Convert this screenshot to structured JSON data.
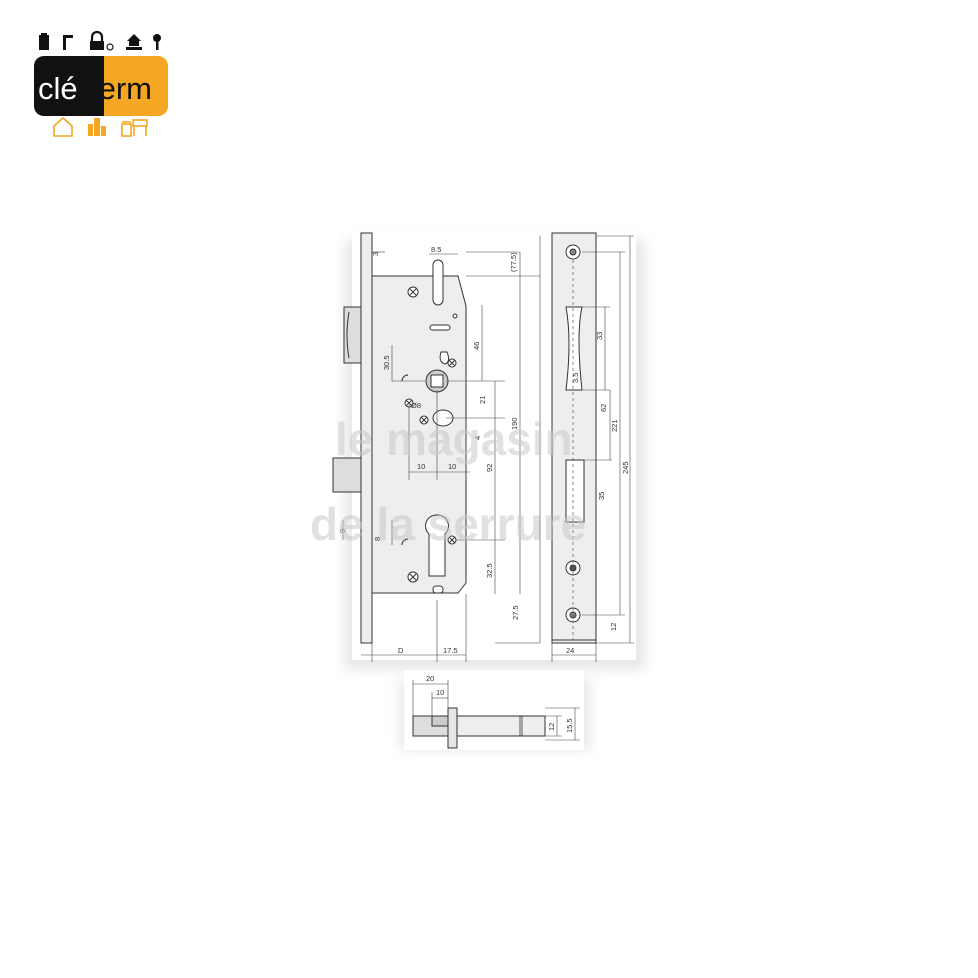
{
  "logo": {
    "brand_part1": "clé",
    "brand_part2": "ferm"
  },
  "watermark": {
    "line1": "le magasin",
    "line2": "de la serrure"
  },
  "dimensions": {
    "top_offset": "3",
    "slot_width": "8.5",
    "top_height": "(77.5)",
    "follower_offset": "30.5",
    "follower_height": "46",
    "follower_diameter": "Ø8",
    "latch_gap": "21",
    "latch_small": "4",
    "case_height": "190",
    "spacing_left": "10",
    "spacing_right": "10",
    "backset_center": "92",
    "cylinder_offset": "8",
    "side_offset": "9",
    "cylinder_height": "32.5",
    "bottom_height": "27.5",
    "backset": "D",
    "case_depth": "17.5",
    "strike_latch": "33",
    "strike_latch_small": "3.5",
    "strike_spacing": "62",
    "strike_inner": "221",
    "strike_outer": "245",
    "strike_bolt": "35",
    "strike_bottom": "12",
    "strike_width": "24",
    "bolt_length": "20",
    "bolt_throw": "10",
    "bolt_thickness": "12",
    "bolt_total": "15.5"
  },
  "colors": {
    "logo_black": "#111111",
    "logo_orange": "#f5a623",
    "plate": "#eeeeee",
    "line": "#333333"
  }
}
